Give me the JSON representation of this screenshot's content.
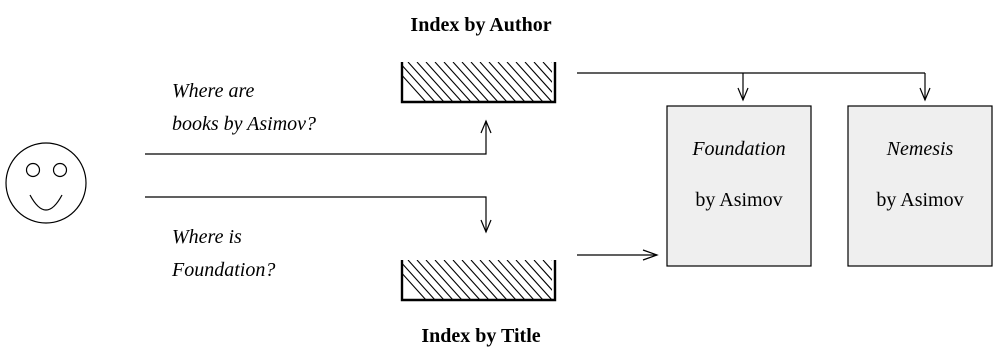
{
  "index_author": {
    "label": "Index by Author"
  },
  "index_title": {
    "label": "Index by Title"
  },
  "query_author": {
    "line1": "Where are",
    "line2": "books by Asimov?"
  },
  "query_title": {
    "line1": "Where is",
    "line2": "Foundation?"
  },
  "books": [
    {
      "title": "Foundation",
      "author": "by Asimov"
    },
    {
      "title": "Nemesis",
      "author": "by Asimov"
    }
  ],
  "colors": {
    "book_fill": "#efefef",
    "stroke": "#000000"
  }
}
